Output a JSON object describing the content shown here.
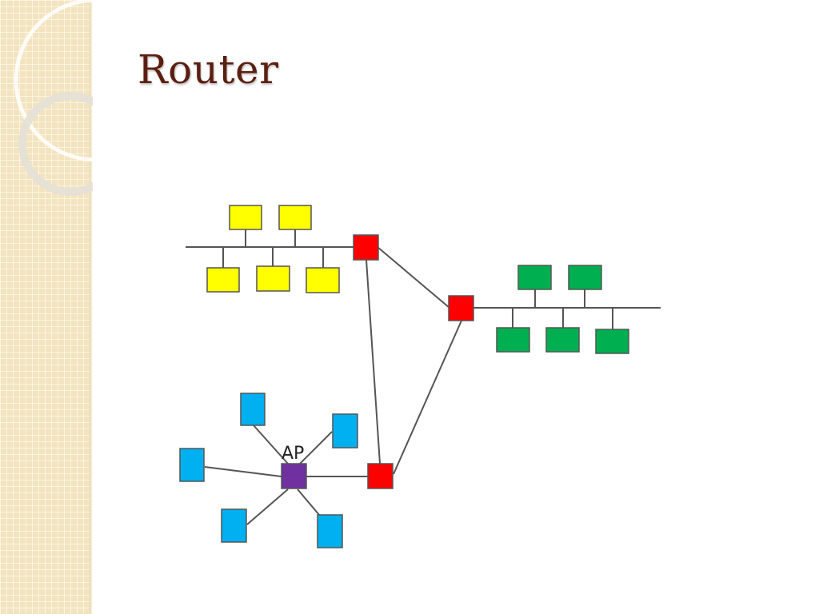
{
  "slide": {
    "title": "Router"
  },
  "diagram": {
    "ap_label": "AP",
    "colors": {
      "yellow_hosts": "#ffff00",
      "green_hosts": "#00b050",
      "blue_hosts": "#00b0f0",
      "routers": "#ff0000",
      "access_point": "#7030a0",
      "links": "#555555",
      "title": "#5b1f12",
      "side_band": "#f3e4bf"
    },
    "icons": [
      "host-box",
      "router-box",
      "access-point-box"
    ]
  }
}
